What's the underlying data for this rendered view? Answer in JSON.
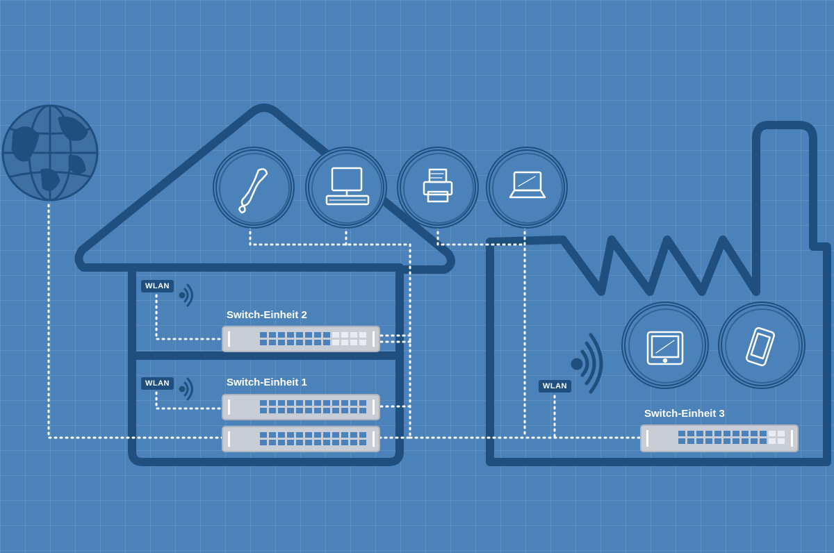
{
  "colors": {
    "background": "#4b82ba",
    "outline": "#1f4f7e",
    "dotted": "#ffffff",
    "switch_body": "#c9ced6",
    "switch_port": "#4b82ba"
  },
  "icons": [
    "globe-icon",
    "phone-icon",
    "desktop-computer-icon",
    "printer-icon",
    "laptop-icon",
    "tablet-icon",
    "smartphone-icon",
    "wifi-signal-icon"
  ],
  "switches": {
    "unit2": "Switch-Einheit 2",
    "unit1": "Switch-Einheit 1",
    "unit3": "Switch-Einheit 3"
  },
  "wlan": {
    "house_top": "WLAN",
    "house_bottom": "WLAN",
    "factory": "WLAN"
  }
}
